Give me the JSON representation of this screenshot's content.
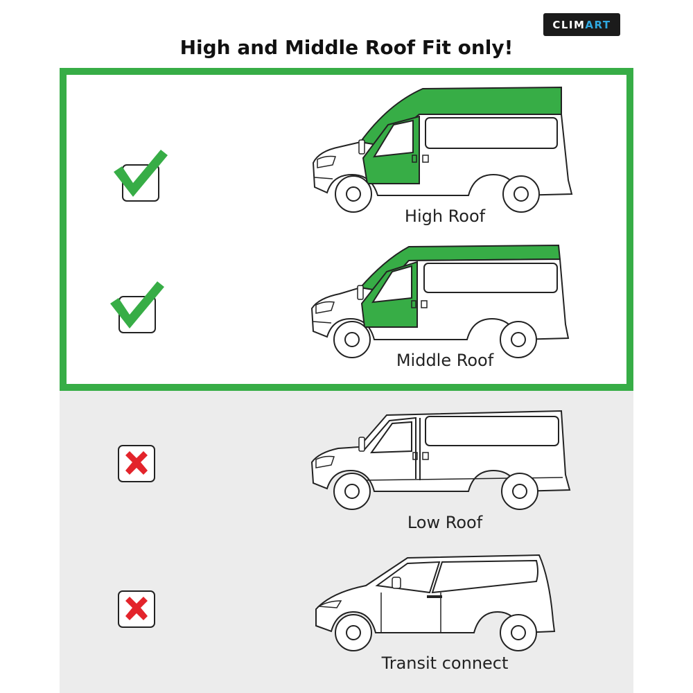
{
  "logo": {
    "text_main": "CLIM",
    "text_accent": "ART",
    "accent_color": "#2fa8e0"
  },
  "headline": "High and Middle Roof Fit only!",
  "colors": {
    "fit_green": "#37ad46",
    "nofit_red": "#e3242b",
    "panel_gray": "#ececec"
  },
  "vehicles": [
    {
      "label": "High Roof",
      "fits": true,
      "status_icon": "checkmark-icon"
    },
    {
      "label": "Middle Roof",
      "fits": true,
      "status_icon": "checkmark-icon"
    },
    {
      "label": "Low Roof",
      "fits": false,
      "status_icon": "cross-icon"
    },
    {
      "label": "Transit connect",
      "fits": false,
      "status_icon": "cross-icon"
    }
  ]
}
